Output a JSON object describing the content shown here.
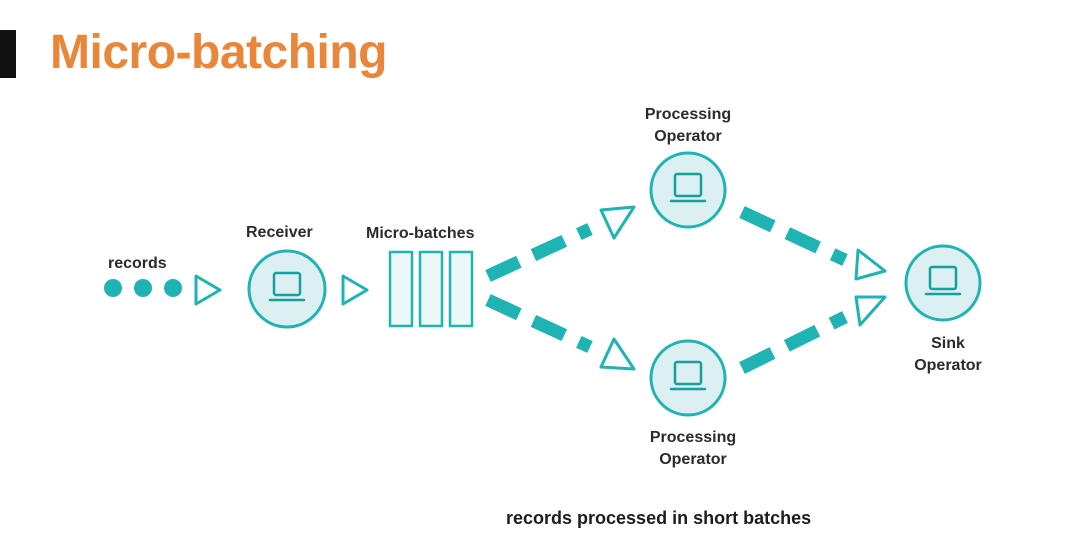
{
  "title": "Micro-batching",
  "labels": {
    "records": "records",
    "receiver": "Receiver",
    "micro_batches": "Micro-batches",
    "processing_top_line1": "Processing",
    "processing_top_line2": "Operator",
    "processing_bottom_line1": "Processing",
    "processing_bottom_line2": "Operator",
    "sink_line1": "Sink",
    "sink_line2": "Operator"
  },
  "caption": "records processed in short batches",
  "colors": {
    "title": "#e8873a",
    "teal": "#1fb3b3",
    "node_fill": "#dceff1",
    "batch_fill": "#edf8f8"
  },
  "icons": {
    "node": "computer-monitor-icon",
    "arrow": "triangle-arrow-icon"
  }
}
